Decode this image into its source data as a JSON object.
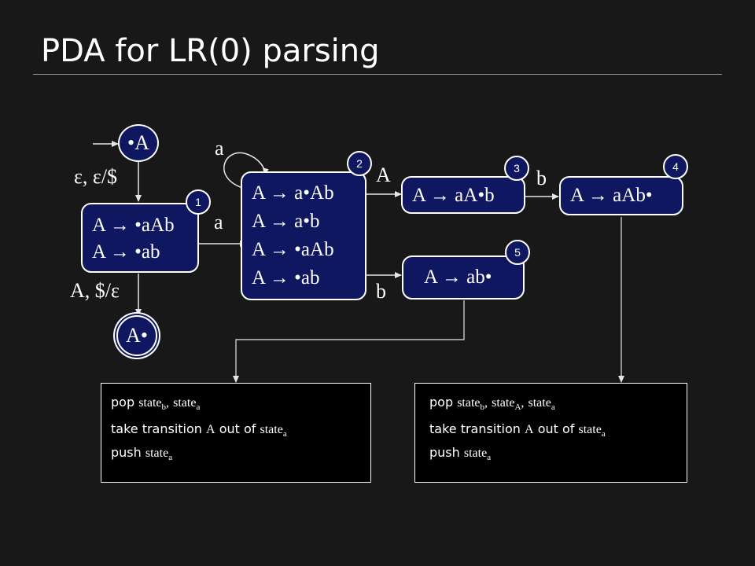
{
  "title": "PDA for LR(0) parsing",
  "states": {
    "start": {
      "label": "•A"
    },
    "accept": {
      "label": "A•"
    },
    "s1": {
      "badge": "1",
      "lines": [
        "A → •aAb",
        "A → •ab"
      ]
    },
    "s2": {
      "badge": "2",
      "lines": [
        "A → a•Ab",
        "A → a•b",
        "A → •aAb",
        "A → •ab"
      ]
    },
    "s3": {
      "badge": "3",
      "lines": [
        "A → aA•b"
      ]
    },
    "s4": {
      "badge": "4",
      "lines": [
        "A → aAb•"
      ]
    },
    "s5": {
      "badge": "5",
      "lines": [
        "A → ab•"
      ]
    }
  },
  "edges": {
    "start_to_1": "ε, ε/$",
    "one_to_accept": "A, $/ε",
    "one_to_2": "a",
    "self_loop_2": "a",
    "two_to_3": "A",
    "two_to_5": "b",
    "three_to_4": "b"
  },
  "boxes": {
    "left": {
      "pop_kw": "pop",
      "pop_val_1": "state",
      "pop_sub_1": "b",
      "pop_sep": ",",
      "pop_val_2": "state",
      "pop_sub_2": "a",
      "take_kw": "take transition",
      "take_sym": "A",
      "take_mid": "out of",
      "take_state": "state",
      "take_sub": "a",
      "push_kw": "push",
      "push_state": "state",
      "push_sub": "a"
    },
    "right": {
      "pop_kw": "pop",
      "pop_val_1": "state",
      "pop_sub_1": "b",
      "pop_sep_1": ",",
      "pop_val_2": "state",
      "pop_sub_2": "A",
      "pop_sep_2": ",",
      "pop_val_3": "state",
      "pop_sub_3": "a",
      "take_kw": "take transition",
      "take_sym": "A",
      "take_mid": "out of",
      "take_state": "state",
      "take_sub": "a",
      "push_kw": "push",
      "push_state": "state",
      "push_sub": "a"
    }
  }
}
